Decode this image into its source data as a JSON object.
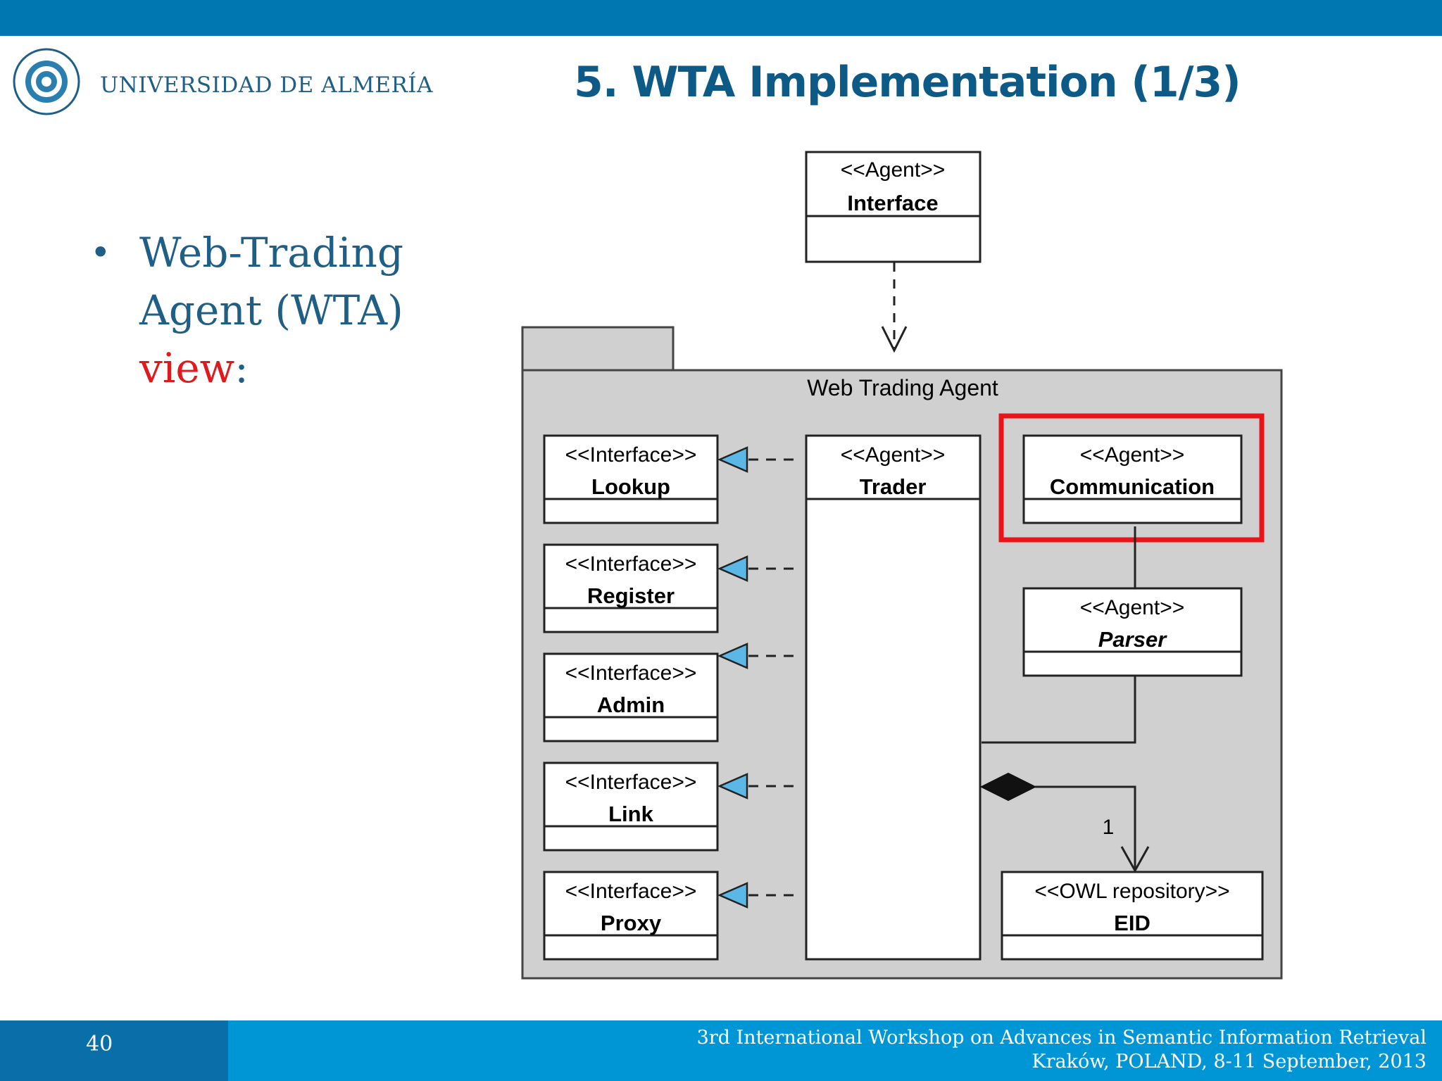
{
  "header": {
    "university_name": "UNIVERSIDAD DE ALMERÍA",
    "slide_title": "5. WTA Implementation (1/3)"
  },
  "bullet": {
    "line1": "Web-Trading",
    "line2": "Agent (WTA)",
    "line3_accent": "view",
    "line3_rest": ":"
  },
  "diagram": {
    "package_name": "Web Trading Agent",
    "interface_agent": {
      "stereotype": "<<Agent>>",
      "name": "Interface"
    },
    "interfaces": [
      {
        "stereotype": "<<Interface>>",
        "name": "Lookup"
      },
      {
        "stereotype": "<<Interface>>",
        "name": "Register"
      },
      {
        "stereotype": "<<Interface>>",
        "name": "Admin"
      },
      {
        "stereotype": "<<Interface>>",
        "name": "Link"
      },
      {
        "stereotype": "<<Interface>>",
        "name": "Proxy"
      }
    ],
    "trader": {
      "stereotype": "<<Agent>>",
      "name": "Trader"
    },
    "communication": {
      "stereotype": "<<Agent>>",
      "name": "Communication"
    },
    "parser": {
      "stereotype": "<<Agent>>",
      "name": "Parser"
    },
    "eid": {
      "stereotype": "<<OWL repository>>",
      "name": "EID"
    },
    "multiplicity": "1",
    "highlight_color": "#e8141a"
  },
  "footer": {
    "slide_number": "40",
    "line1": "3rd International Workshop on Advances in Semantic Information Retrieval",
    "line2": "Kraków, POLAND, 8-11 September, 2013"
  }
}
